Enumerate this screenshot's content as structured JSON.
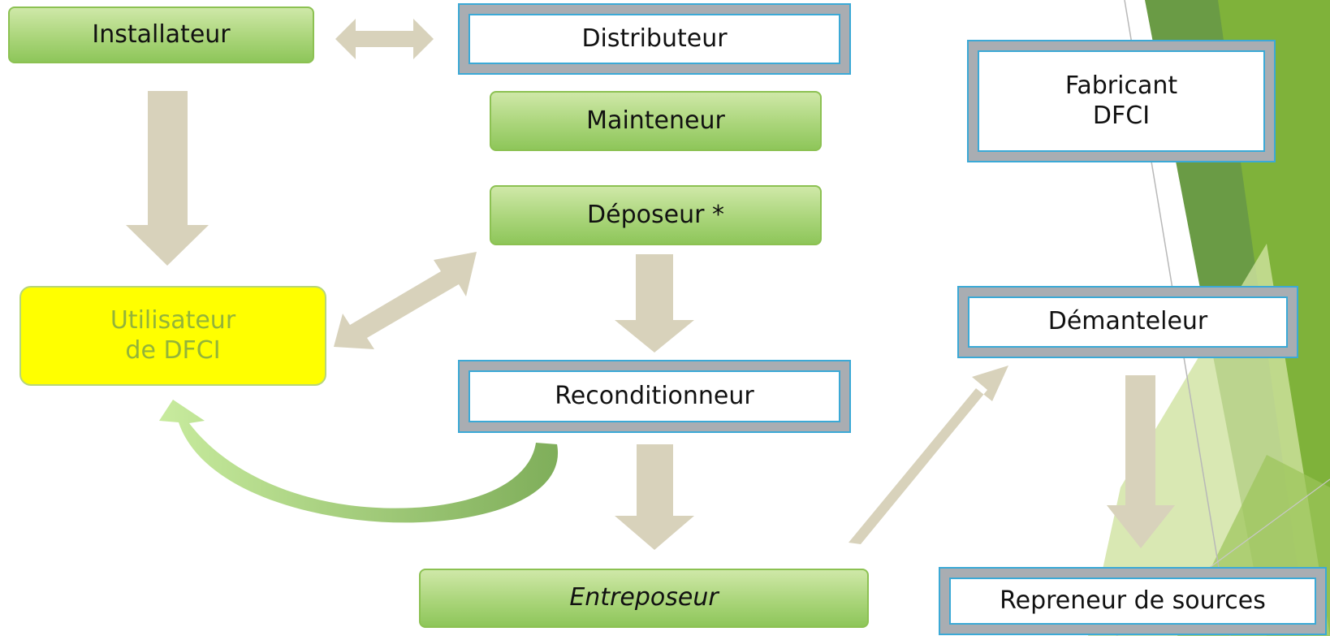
{
  "nodes": {
    "installateur": "Installateur",
    "distributeur": "Distributeur",
    "mainteneur": "Mainteneur",
    "deposeur": "Déposeur *",
    "utilisateur_line1": "Utilisateur",
    "utilisateur_line2": "de DFCI",
    "reconditionneur": "Reconditionneur",
    "entreposeur": "Entreposeur",
    "fabricant_line1": "Fabricant",
    "fabricant_line2": "DFCI",
    "demanteleur": "Démanteleur",
    "repreneur": "Repreneur de sources"
  },
  "colors": {
    "arrow": "#d8d2bb",
    "green_box": "#aad57a",
    "yellow_box": "#ffff00",
    "frame_border": "#3ba9d6",
    "accent_green": "#6aa84f"
  }
}
